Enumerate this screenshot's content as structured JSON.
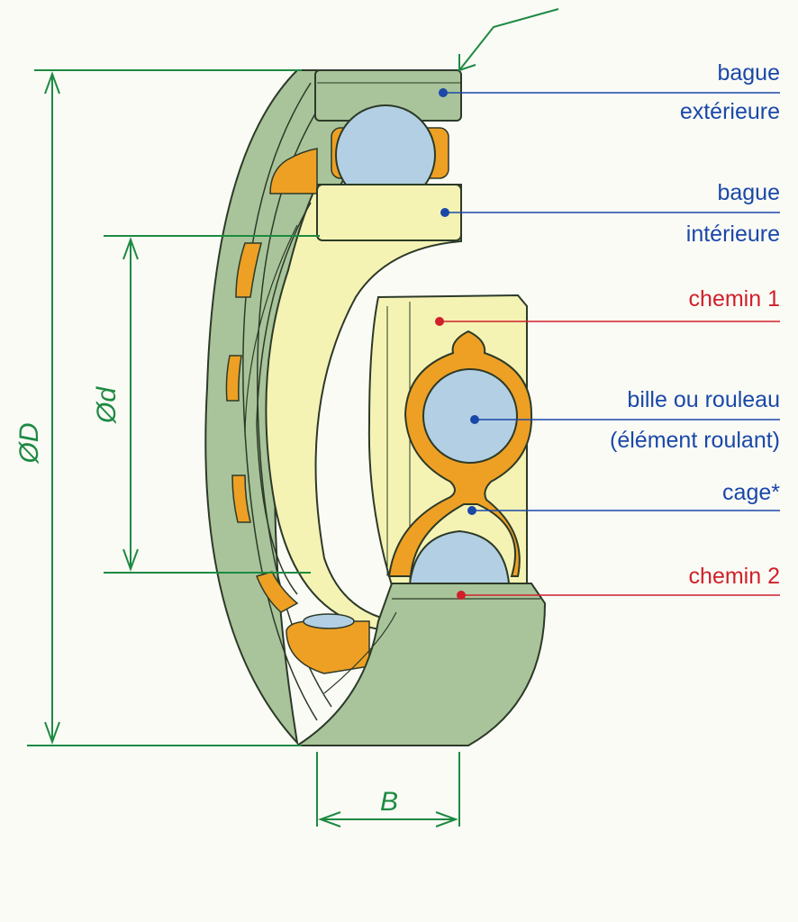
{
  "colors": {
    "ring": "#a9c49a",
    "ring_dark": "#8fae82",
    "inner_ring": "#f5f3b4",
    "ball": "#b3cfe3",
    "cage": "#eea024",
    "outline": "#2c3a28",
    "blue": "#1a48a8",
    "red": "#d0202a",
    "dimension": "#1d8a42"
  },
  "labels": {
    "outer_ring": [
      "bague",
      "extérieure"
    ],
    "inner_ring": [
      "bague",
      "intérieure"
    ],
    "raceway_1": "chemin 1",
    "rolling_element": [
      "bille ou rouleau",
      "(élément roulant)"
    ],
    "cage": "cage*",
    "raceway_2": "chemin 2"
  },
  "dimensions": {
    "outer_diameter": "ØD",
    "inner_diameter": "Ød",
    "width": "B"
  }
}
